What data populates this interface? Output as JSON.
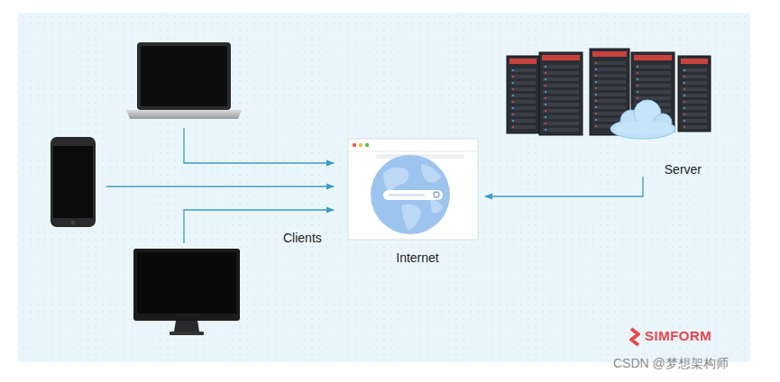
{
  "diagram": {
    "nodes": [
      {
        "text": [
          "Internet"
        ]
      },
      {
        "text": [
          "Server"
        ]
      }
    ],
    "edges": [
      {
        "from": 1,
        "to": 0,
        "arrow": "to"
      }
    ],
    "labels": [
      "Clients",
      "SIMFORM",
      "CSDN @梦想架构师"
    ]
  }
}
